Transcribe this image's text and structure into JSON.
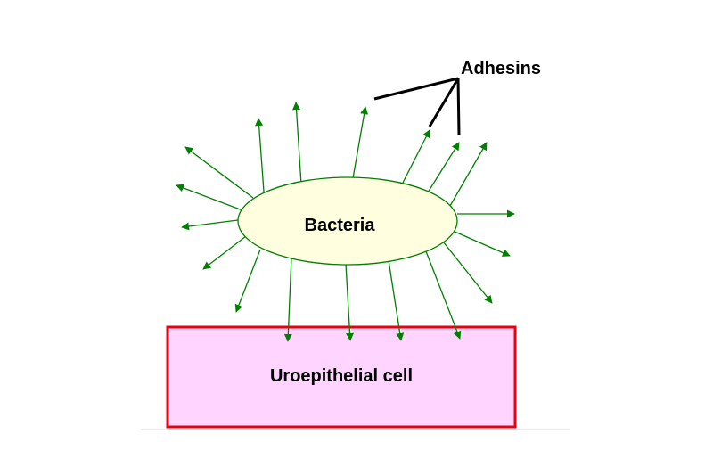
{
  "labels": {
    "adhesins": "Adhesins",
    "bacteria": "Bacteria",
    "cell": "Uroepithelial cell"
  },
  "colors": {
    "bacteria_fill": "#FFFFE0",
    "bacteria_stroke": "#008000",
    "arrow": "#008000",
    "cell_fill": "#FFD5FF",
    "cell_stroke": "#E8000F",
    "pointer": "#000000"
  },
  "icons": {
    "bacteria": "ellipse-shape",
    "cell": "rectangle-shape",
    "adhesin": "arrow-shape"
  }
}
